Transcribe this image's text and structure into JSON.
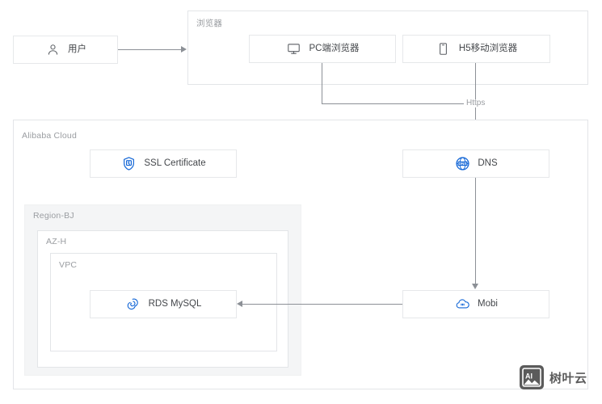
{
  "diagram": {
    "groups": [
      {
        "id": "browser",
        "label": "浏览器"
      },
      {
        "id": "alibaba",
        "label": "Alibaba Cloud"
      },
      {
        "id": "region",
        "label": "Region-BJ"
      },
      {
        "id": "az",
        "label": "AZ-H"
      },
      {
        "id": "vpc",
        "label": "VPC"
      }
    ],
    "nodes": [
      {
        "id": "user",
        "label": "用户",
        "icon": "user-icon"
      },
      {
        "id": "pc",
        "label": "PC端浏览器",
        "icon": "desktop-monitor-icon"
      },
      {
        "id": "h5",
        "label": "H5移动浏览器",
        "icon": "mobile-phone-icon"
      },
      {
        "id": "ssl",
        "label": "SSL Certificate",
        "icon": "ssl-shield-icon"
      },
      {
        "id": "dns",
        "label": "DNS",
        "icon": "dns-globe-icon"
      },
      {
        "id": "mobi",
        "label": "Mobi",
        "icon": "cloud-icon"
      },
      {
        "id": "rds",
        "label": "RDS MySQL",
        "icon": "rds-database-icon"
      }
    ],
    "edges": [
      {
        "id": "user-to-browser",
        "label": ""
      },
      {
        "id": "browsers-to-dns",
        "label": "Https"
      },
      {
        "id": "dns-to-mobi",
        "label": ""
      },
      {
        "id": "mobi-to-rds",
        "label": ""
      }
    ],
    "colors": {
      "accent_blue": "#1366d6",
      "line_gray": "#8c9096",
      "group_border": "#e3e5e8",
      "group_fill": "#f4f5f6",
      "node_border": "#e6e8ea",
      "label_gray": "#9a9da1",
      "text_dark": "#44474b"
    }
  },
  "watermark": {
    "badge_text": "AI",
    "label": "树叶云"
  }
}
